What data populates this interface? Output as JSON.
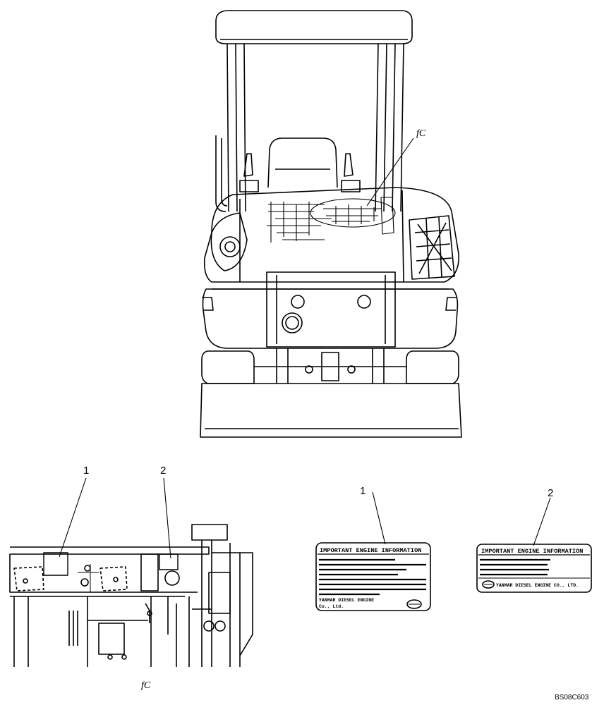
{
  "callouts": {
    "view_ref": "fC",
    "item1": "1",
    "item2": "2"
  },
  "decal_1": {
    "title": "IMPORTANT ENGINE INFORMATION",
    "maker": "YANMAR DIESEL ENGINE",
    "maker2": "Co., Ltd."
  },
  "decal_2": {
    "title": "IMPORTANT ENGINE INFORMATION",
    "maker": "YANMAR DIESEL ENGINE CO., LTD."
  },
  "drawing_ref": "BS08C603"
}
